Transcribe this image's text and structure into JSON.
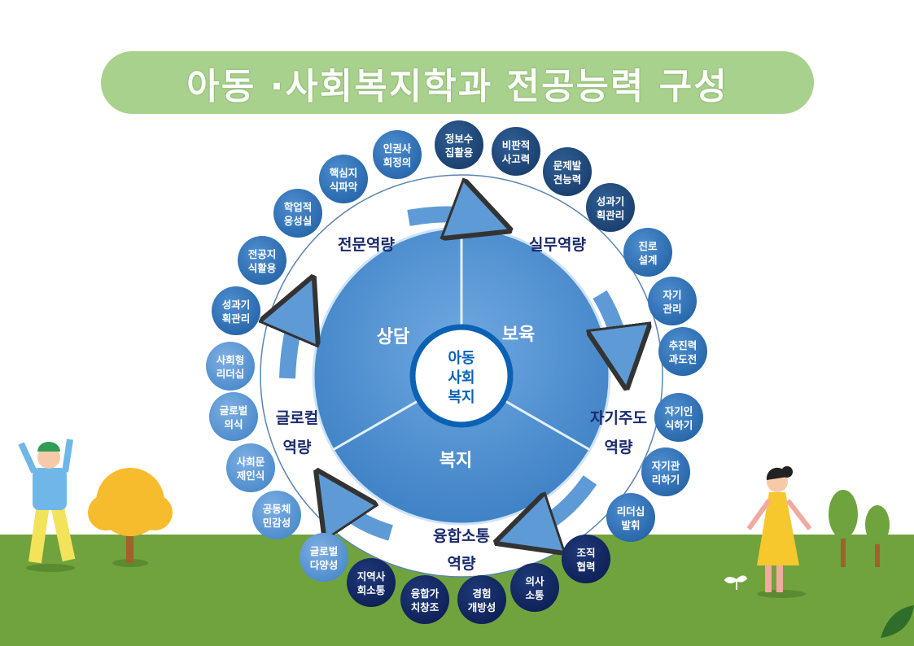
{
  "title": "아동 ·사회복지학과 전공능력 구성",
  "center": {
    "line1": "아동",
    "line2": "사회",
    "line3": "복지"
  },
  "sectors": [
    "상담",
    "보육",
    "복지"
  ],
  "competencies": [
    {
      "line1": "전문역량",
      "line2": ""
    },
    {
      "line1": "실무역량",
      "line2": ""
    },
    {
      "line1": "자기주도",
      "line2": "역량"
    },
    {
      "line1": "융합소통",
      "line2": "역량"
    },
    {
      "line1": "글로컬",
      "line2": "역량"
    }
  ],
  "abilities": [
    {
      "line1": "인권사",
      "line2": "회정의"
    },
    {
      "line1": "정보수",
      "line2": "집활용"
    },
    {
      "line1": "비판적",
      "line2": "사고력"
    },
    {
      "line1": "문제발",
      "line2": "견능력"
    },
    {
      "line1": "성과기",
      "line2": "획관리"
    },
    {
      "line1": "진로",
      "line2": "설계"
    },
    {
      "line1": "자기",
      "line2": "관리"
    },
    {
      "line1": "추진력",
      "line2": "과도전"
    },
    {
      "line1": "자기인",
      "line2": "식하기"
    },
    {
      "line1": "자기관",
      "line2": "리하기"
    },
    {
      "line1": "리더십",
      "line2": "발휘"
    },
    {
      "line1": "조직",
      "line2": "협력"
    },
    {
      "line1": "의사",
      "line2": "소통"
    },
    {
      "line1": "경험",
      "line2": "개방성"
    },
    {
      "line1": "융합가",
      "line2": "치창조"
    },
    {
      "line1": "지역사",
      "line2": "회소통"
    },
    {
      "line1": "글로벌",
      "line2": "다양성"
    },
    {
      "line1": "공동체",
      "line2": "민감성"
    },
    {
      "line1": "사회문",
      "line2": "제인식"
    },
    {
      "line1": "글로벌",
      "line2": "의식"
    },
    {
      "line1": "사회형",
      "line2": "리더십"
    },
    {
      "line1": "성과기",
      "line2": "획관리"
    },
    {
      "line1": "전공지",
      "line2": "식활용"
    },
    {
      "line1": "학업적",
      "line2": "응성실"
    },
    {
      "line1": "핵심지",
      "line2": "식파악"
    }
  ],
  "colors": {
    "title_bg": "#a9d18e",
    "ground": "#70a33e",
    "pie": "#5b9bd5",
    "navy": "#1a2a6c"
  }
}
